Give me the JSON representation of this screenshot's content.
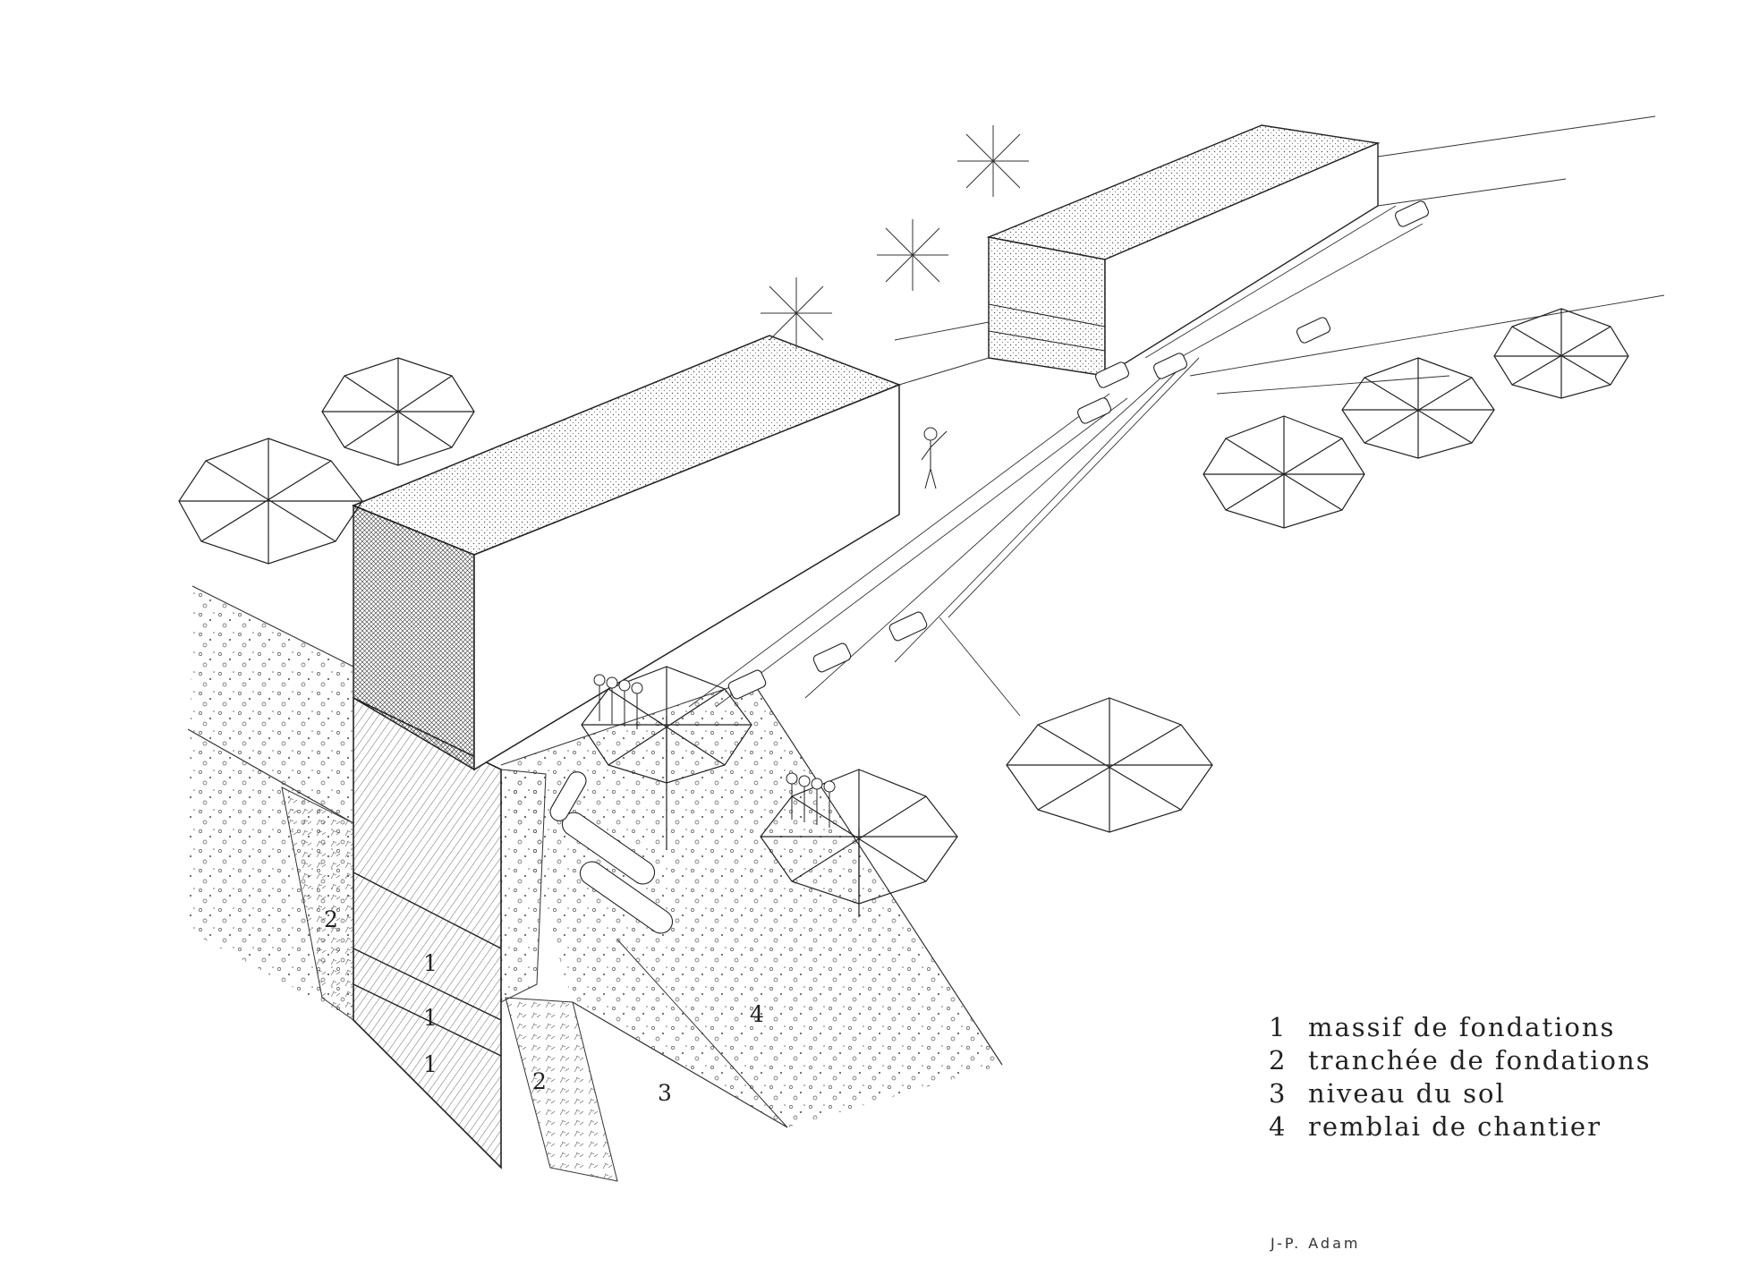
{
  "labels": {
    "foundation_course_1": "1",
    "foundation_course_2": "1",
    "foundation_course_3": "1",
    "trench_left": "2",
    "trench_right": "2",
    "ground_level": "3",
    "site_fill": "4"
  },
  "legend": [
    {
      "num": "1",
      "text": "massif de fondations"
    },
    {
      "num": "2",
      "text": "tranchée de fondations"
    },
    {
      "num": "3",
      "text": "niveau du sol"
    },
    {
      "num": "4",
      "text": "remblai de chantier"
    }
  ],
  "signature": "J-P. Adam",
  "colors": {
    "ink": "#222222",
    "paper": "#ffffff"
  }
}
